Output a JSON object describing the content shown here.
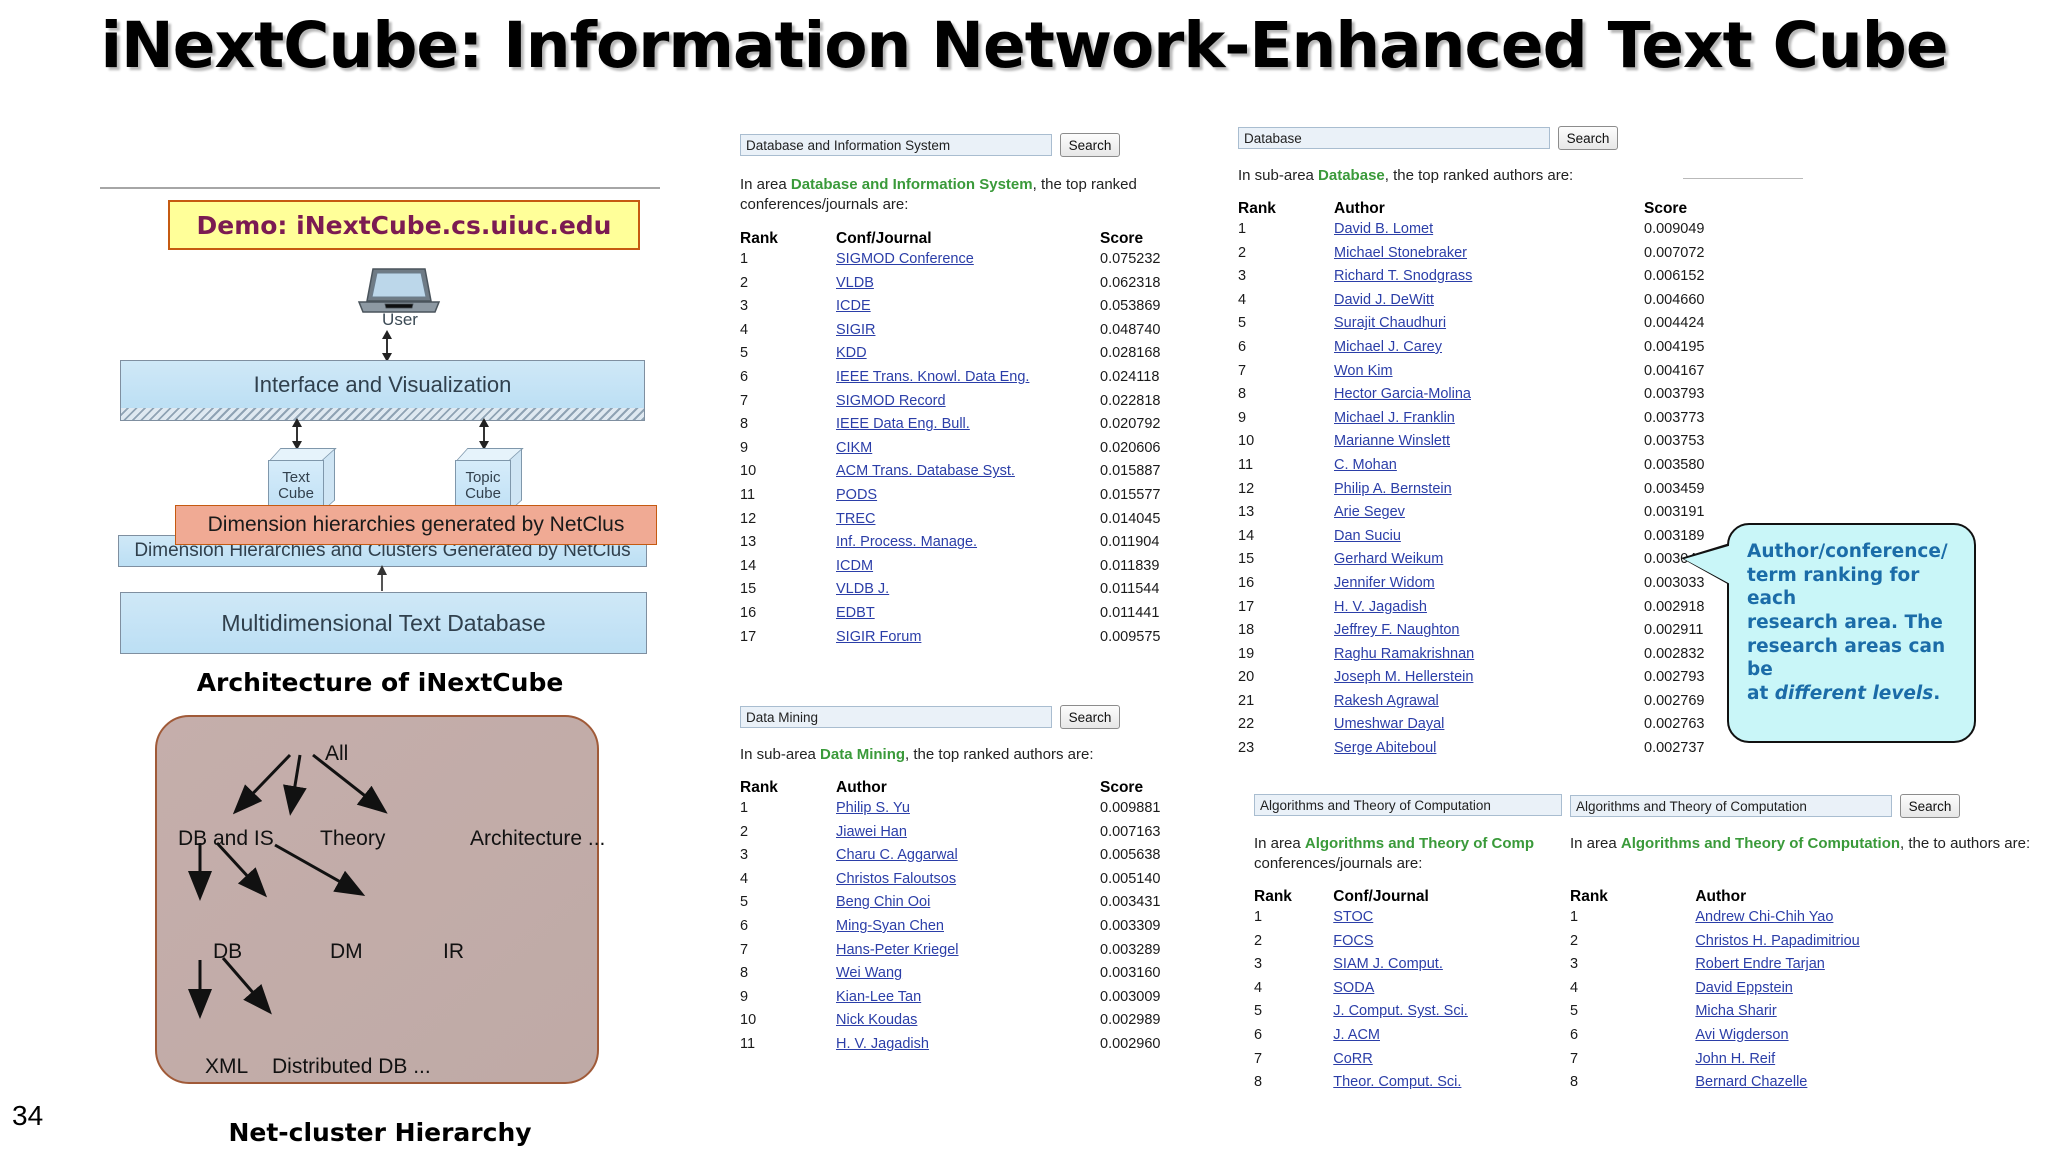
{
  "slide": {
    "title": "iNextCube: Information Network-Enhanced Text Cube",
    "page_number": "34"
  },
  "architecture": {
    "demo_label": "Demo: iNextCube.cs.uiuc.edu",
    "user_label": "User",
    "interface_label": "Interface and Visualization",
    "text_cube_label": "Text\nCube",
    "topic_cube_label": "Topic\nCube",
    "netclus_banner": "Dimension hierarchies generated by NetClus",
    "dimension_layer_label": "Dimension Hierarchies and Clusters Generated by NetClus",
    "database_layer_label": "Multidimensional Text Database",
    "caption": "Architecture of iNextCube"
  },
  "netcluster": {
    "caption": "Net-cluster Hierarchy",
    "nodes": {
      "all": "All",
      "db_and_is": "DB and IS",
      "theory": "Theory",
      "architecture": "Architecture ...",
      "db": "DB",
      "dm": "DM",
      "ir": "IR",
      "xml": "XML",
      "distributed_db": "Distributed DB  ..."
    }
  },
  "callout": {
    "line1": "Author/conference/",
    "line2": "term ranking for each",
    "line3": "research area. The",
    "line4": "research areas can be",
    "line5_prefix": "at ",
    "line5_em": "different levels",
    "line5_suffix": "."
  },
  "panels": {
    "area_conf": {
      "search_value": "Database and Information System",
      "search_button": "Search",
      "intro_prefix": "In area ",
      "intro_highlight": "Database and Information System",
      "intro_suffix": ", the top ranked conferences/journals are:",
      "headers": {
        "rank": "Rank",
        "name": "Conf/Journal",
        "score": "Score"
      },
      "rows": [
        {
          "rank": "1",
          "name": "SIGMOD Conference",
          "score": "0.075232"
        },
        {
          "rank": "2",
          "name": "VLDB",
          "score": "0.062318"
        },
        {
          "rank": "3",
          "name": "ICDE",
          "score": "0.053869"
        },
        {
          "rank": "4",
          "name": "SIGIR",
          "score": "0.048740"
        },
        {
          "rank": "5",
          "name": "KDD",
          "score": "0.028168"
        },
        {
          "rank": "6",
          "name": "IEEE Trans. Knowl. Data Eng.",
          "score": "0.024118"
        },
        {
          "rank": "7",
          "name": "SIGMOD Record",
          "score": "0.022818"
        },
        {
          "rank": "8",
          "name": "IEEE Data Eng. Bull.",
          "score": "0.020792"
        },
        {
          "rank": "9",
          "name": "CIKM",
          "score": "0.020606"
        },
        {
          "rank": "10",
          "name": "ACM Trans. Database Syst.",
          "score": "0.015887"
        },
        {
          "rank": "11",
          "name": "PODS",
          "score": "0.015577"
        },
        {
          "rank": "12",
          "name": "TREC",
          "score": "0.014045"
        },
        {
          "rank": "13",
          "name": "Inf. Process. Manage.",
          "score": "0.011904"
        },
        {
          "rank": "14",
          "name": "ICDM",
          "score": "0.011839"
        },
        {
          "rank": "15",
          "name": "VLDB J.",
          "score": "0.011544"
        },
        {
          "rank": "16",
          "name": "EDBT",
          "score": "0.011441"
        },
        {
          "rank": "17",
          "name": "SIGIR Forum",
          "score": "0.009575"
        }
      ]
    },
    "datamining_authors": {
      "search_value": "Data Mining",
      "search_button": "Search",
      "intro_prefix": "In sub-area ",
      "intro_highlight": "Data Mining",
      "intro_suffix": ", the top ranked authors are:",
      "headers": {
        "rank": "Rank",
        "name": "Author",
        "score": "Score"
      },
      "rows": [
        {
          "rank": "1",
          "name": "Philip S. Yu",
          "score": "0.009881"
        },
        {
          "rank": "2",
          "name": "Jiawei Han",
          "score": "0.007163"
        },
        {
          "rank": "3",
          "name": "Charu C. Aggarwal",
          "score": "0.005638"
        },
        {
          "rank": "4",
          "name": "Christos Faloutsos",
          "score": "0.005140"
        },
        {
          "rank": "5",
          "name": "Beng Chin Ooi",
          "score": "0.003431"
        },
        {
          "rank": "6",
          "name": "Ming-Syan Chen",
          "score": "0.003309"
        },
        {
          "rank": "7",
          "name": "Hans-Peter Kriegel",
          "score": "0.003289"
        },
        {
          "rank": "8",
          "name": "Wei Wang",
          "score": "0.003160"
        },
        {
          "rank": "9",
          "name": "Kian-Lee Tan",
          "score": "0.003009"
        },
        {
          "rank": "10",
          "name": "Nick Koudas",
          "score": "0.002989"
        },
        {
          "rank": "11",
          "name": "H. V. Jagadish",
          "score": "0.002960"
        }
      ]
    },
    "database_authors": {
      "search_value": "Database",
      "search_button": "Search",
      "intro_prefix": "In sub-area ",
      "intro_highlight": "Database",
      "intro_suffix": ", the top ranked authors are:",
      "headers": {
        "rank": "Rank",
        "name": "Author",
        "score": "Score"
      },
      "rows": [
        {
          "rank": "1",
          "name": "David B. Lomet",
          "score": "0.009049"
        },
        {
          "rank": "2",
          "name": "Michael Stonebraker",
          "score": "0.007072"
        },
        {
          "rank": "3",
          "name": "Richard T. Snodgrass",
          "score": "0.006152"
        },
        {
          "rank": "4",
          "name": "David J. DeWitt",
          "score": "0.004660"
        },
        {
          "rank": "5",
          "name": "Surajit Chaudhuri",
          "score": "0.004424"
        },
        {
          "rank": "6",
          "name": "Michael J. Carey",
          "score": "0.004195"
        },
        {
          "rank": "7",
          "name": "Won Kim",
          "score": "0.004167"
        },
        {
          "rank": "8",
          "name": "Hector Garcia-Molina",
          "score": "0.003793"
        },
        {
          "rank": "9",
          "name": "Michael J. Franklin",
          "score": "0.003773"
        },
        {
          "rank": "10",
          "name": "Marianne Winslett",
          "score": "0.003753"
        },
        {
          "rank": "11",
          "name": "C. Mohan",
          "score": "0.003580"
        },
        {
          "rank": "12",
          "name": "Philip A. Bernstein",
          "score": "0.003459"
        },
        {
          "rank": "13",
          "name": "Arie Segev",
          "score": "0.003191"
        },
        {
          "rank": "14",
          "name": "Dan Suciu",
          "score": "0.003189"
        },
        {
          "rank": "15",
          "name": "Gerhard Weikum",
          "score": "0.003043"
        },
        {
          "rank": "16",
          "name": "Jennifer Widom",
          "score": "0.003033"
        },
        {
          "rank": "17",
          "name": "H. V. Jagadish",
          "score": "0.002918"
        },
        {
          "rank": "18",
          "name": "Jeffrey F. Naughton",
          "score": "0.002911"
        },
        {
          "rank": "19",
          "name": "Raghu Ramakrishnan",
          "score": "0.002832"
        },
        {
          "rank": "20",
          "name": "Joseph M. Hellerstein",
          "score": "0.002793"
        },
        {
          "rank": "21",
          "name": "Rakesh Agrawal",
          "score": "0.002769"
        },
        {
          "rank": "22",
          "name": "Umeshwar Dayal",
          "score": "0.002763"
        },
        {
          "rank": "23",
          "name": "Serge Abiteboul",
          "score": "0.002737"
        }
      ]
    },
    "algo_conf": {
      "search_value": "Algorithms and Theory of Computation",
      "intro_prefix": "In area ",
      "intro_highlight": "Algorithms and Theory of Comp",
      "intro_suffix": "conferences/journals are:",
      "headers": {
        "rank": "Rank",
        "name": "Conf/Journal"
      },
      "rows": [
        {
          "rank": "1",
          "name": "STOC"
        },
        {
          "rank": "2",
          "name": "FOCS"
        },
        {
          "rank": "3",
          "name": "SIAM J. Comput."
        },
        {
          "rank": "4",
          "name": "SODA"
        },
        {
          "rank": "5",
          "name": "J. Comput. Syst. Sci."
        },
        {
          "rank": "6",
          "name": "J. ACM"
        },
        {
          "rank": "7",
          "name": "CoRR"
        },
        {
          "rank": "8",
          "name": "Theor. Comput. Sci."
        }
      ]
    },
    "algo_authors": {
      "search_value": "Algorithms and Theory of Computation",
      "search_button": "Search",
      "intro_prefix": "In area ",
      "intro_highlight": "Algorithms and Theory of Computation",
      "intro_suffix": ", the to authors are:",
      "headers": {
        "rank": "Rank",
        "name": "Author"
      },
      "rows": [
        {
          "rank": "1",
          "name": "Andrew Chi-Chih Yao"
        },
        {
          "rank": "2",
          "name": "Christos H. Papadimitriou"
        },
        {
          "rank": "3",
          "name": "Robert Endre Tarjan"
        },
        {
          "rank": "4",
          "name": "David Eppstein"
        },
        {
          "rank": "5",
          "name": "Micha Sharir"
        },
        {
          "rank": "6",
          "name": "Avi Wigderson"
        },
        {
          "rank": "7",
          "name": "John H. Reif"
        },
        {
          "rank": "8",
          "name": "Bernard Chazelle"
        }
      ]
    }
  },
  "colors": {
    "demo_bg": "#ffff99",
    "demo_text": "#7b1b52",
    "arch_box": "#cfe8f7",
    "netclus_banner": "#f0aa94",
    "netclus_panel": "#c5aeab",
    "callout_bg": "#c9f6f8",
    "callout_text": "#1b6ca8",
    "link": "#2b3ea8",
    "highlight": "#3a9a3a"
  }
}
